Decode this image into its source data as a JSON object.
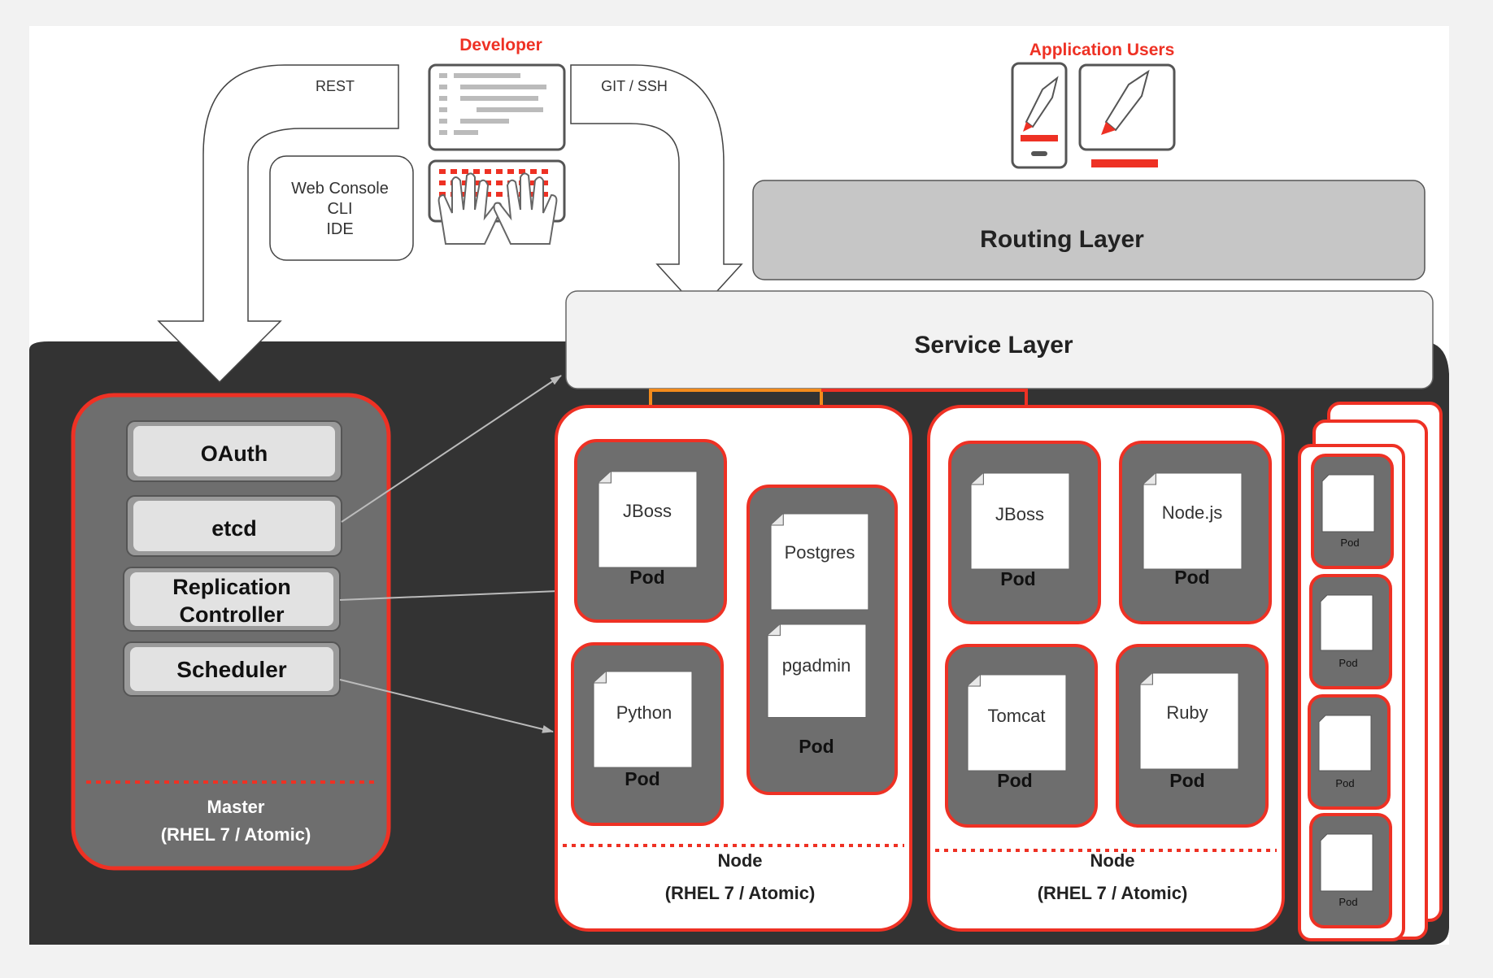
{
  "developer": {
    "title": "Developer",
    "rest_label": "REST",
    "git_label": "GIT / SSH",
    "tools": [
      "Web Console",
      "CLI",
      "IDE"
    ]
  },
  "app_users": {
    "title": "Application Users"
  },
  "routing_layer": "Routing Layer",
  "service_layer": "Service Layer",
  "master": {
    "components": [
      "OAuth",
      "etcd",
      "Replication",
      "Controller",
      "Scheduler"
    ],
    "label_line1": "Master",
    "label_line2": "(RHEL 7 / Atomic)"
  },
  "node1": {
    "pods": [
      {
        "apps": [
          "JBoss"
        ],
        "label": "Pod"
      },
      {
        "apps": [
          "Postgres",
          "pgadmin"
        ],
        "label": "Pod"
      },
      {
        "apps": [
          "Python"
        ],
        "label": "Pod"
      }
    ],
    "label_line1": "Node",
    "label_line2": "(RHEL 7 / Atomic)"
  },
  "node2": {
    "pods": [
      {
        "apps": [
          "JBoss"
        ],
        "label": "Pod"
      },
      {
        "apps": [
          "Node.js"
        ],
        "label": "Pod"
      },
      {
        "apps": [
          "Tomcat"
        ],
        "label": "Pod"
      },
      {
        "apps": [
          "Ruby"
        ],
        "label": "Pod"
      }
    ],
    "label_line1": "Node",
    "label_line2": "(RHEL 7 / Atomic)"
  },
  "node_stack": {
    "pod_labels": [
      "Pod",
      "Pod",
      "Pod",
      "Pod"
    ]
  },
  "colors": {
    "accent_red": "#ee3124",
    "dark_bg": "#333333",
    "pod_gray": "#6e6e6e",
    "link_orange": "#f38b1c"
  }
}
